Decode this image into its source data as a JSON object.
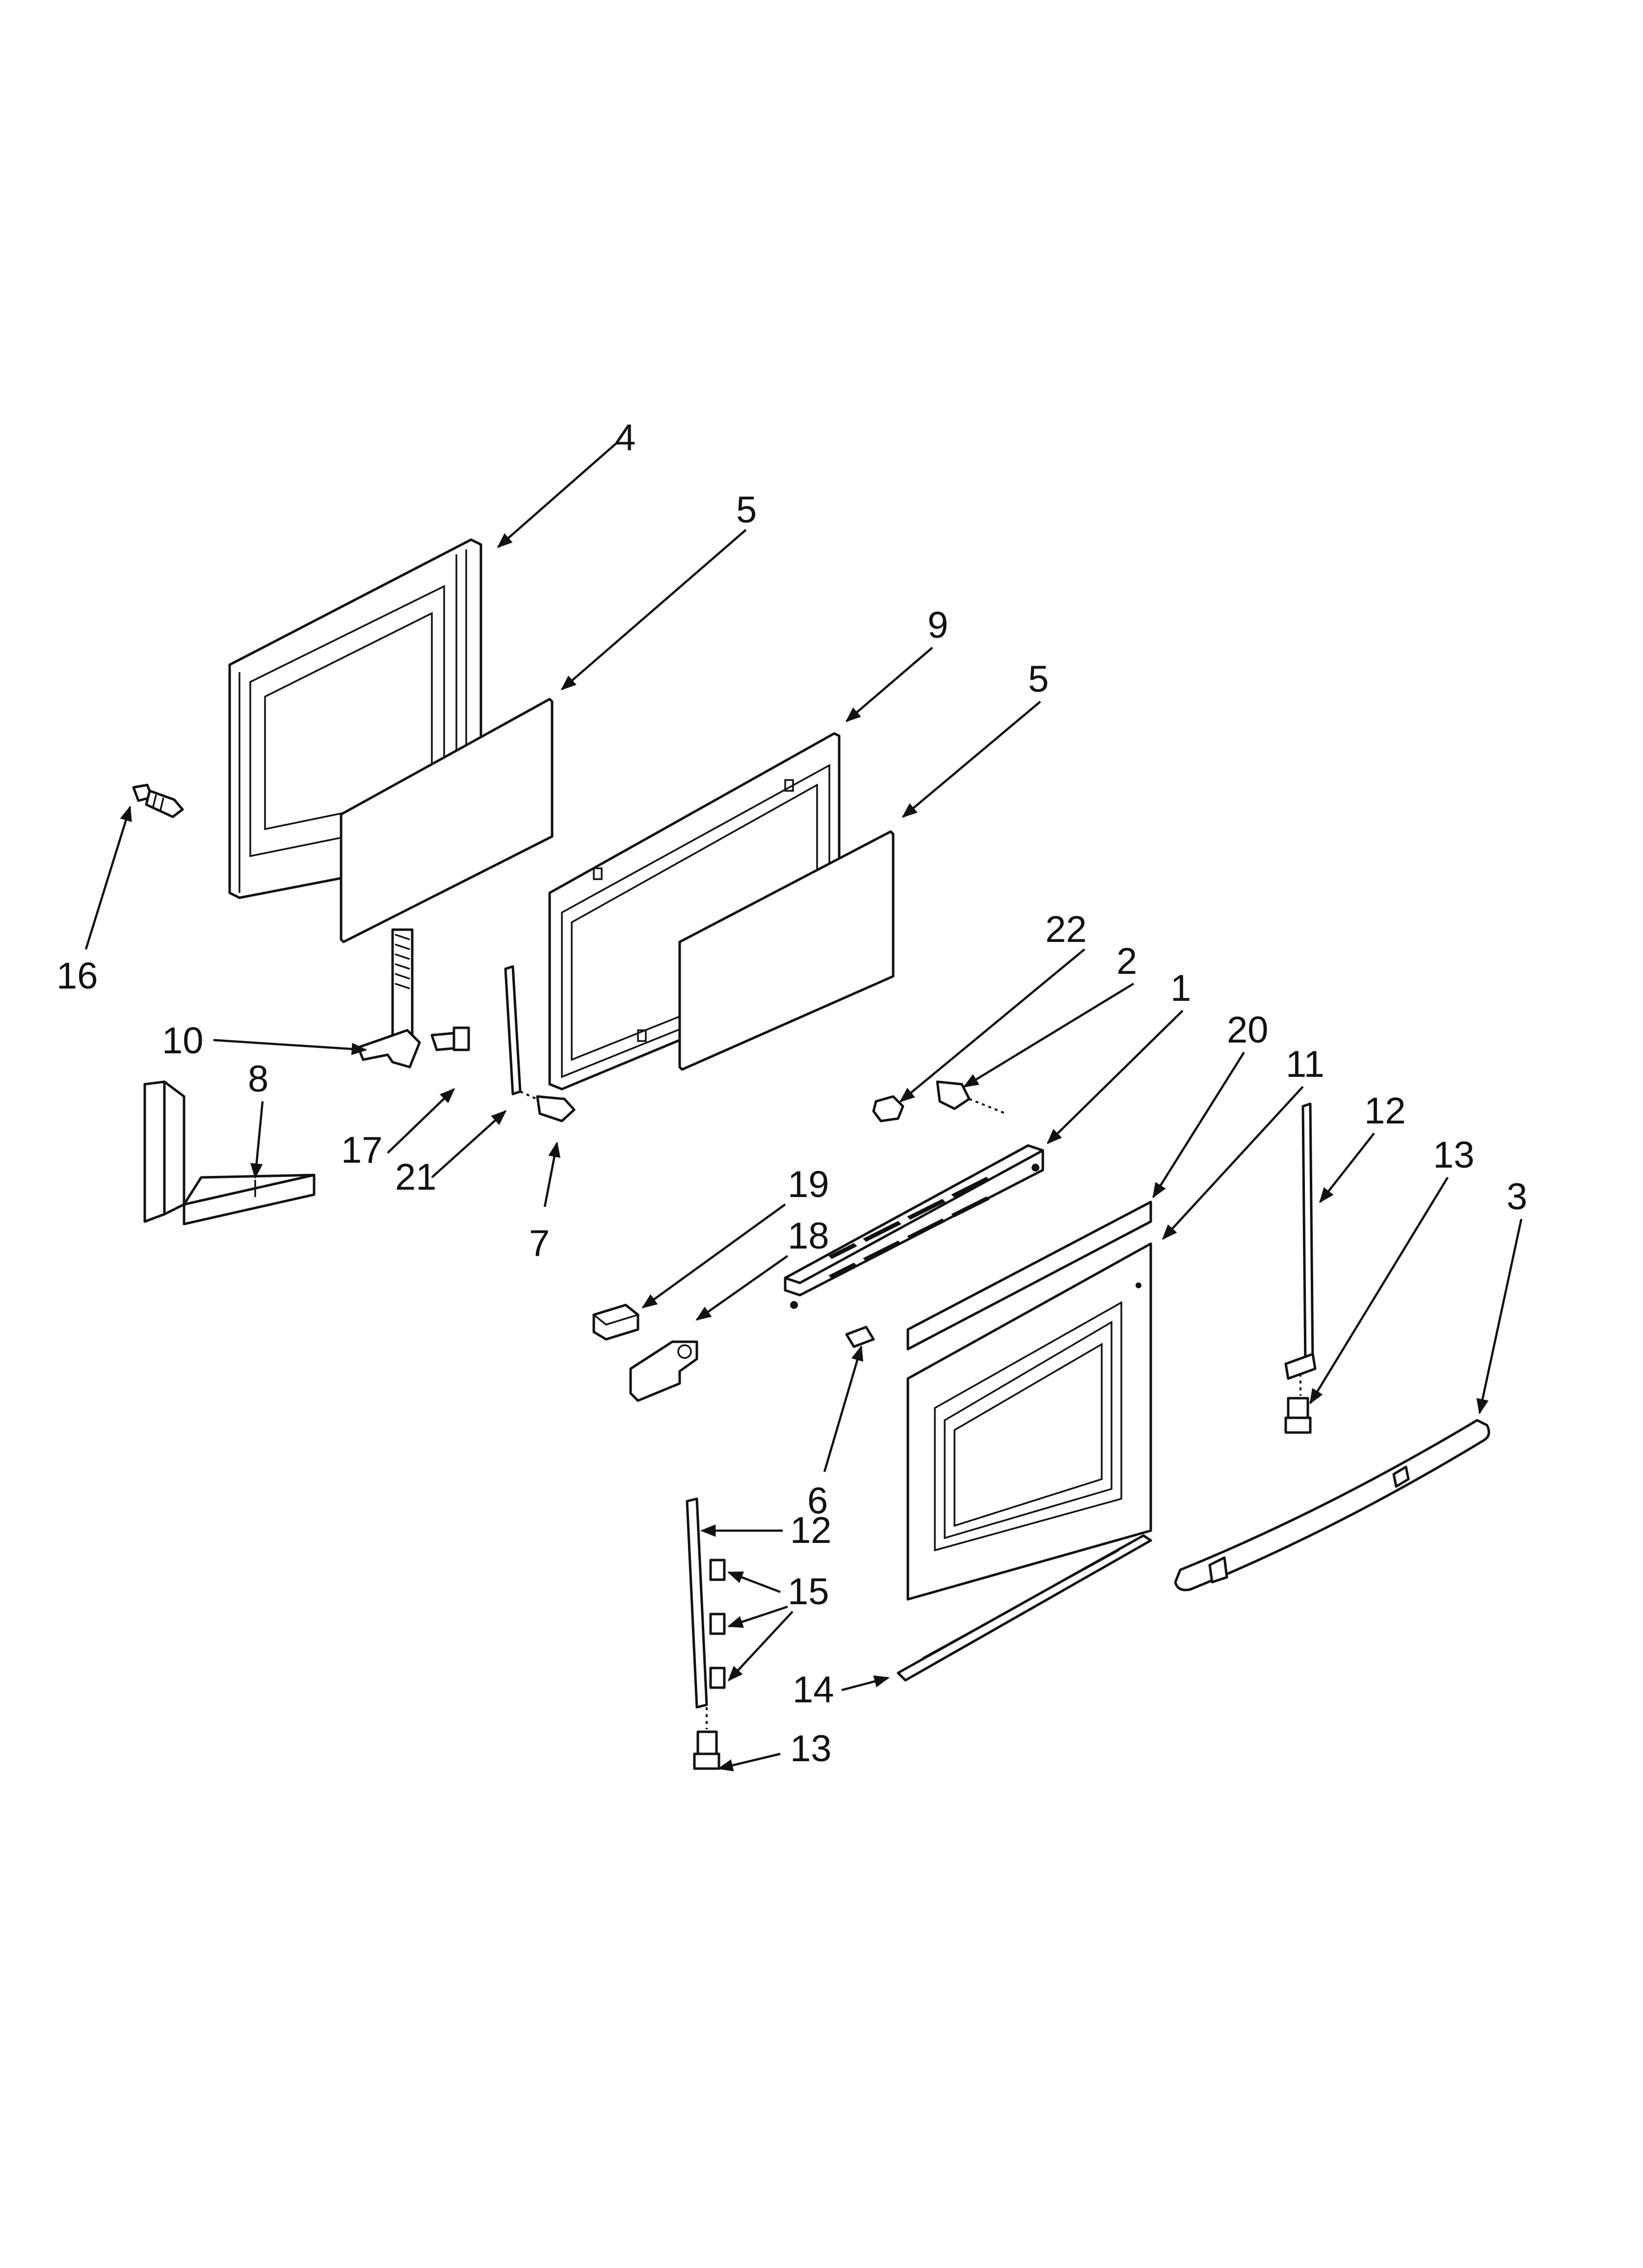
{
  "diagram": {
    "type": "exploded-parts-view",
    "callouts": [
      {
        "id": "c4",
        "label": "4"
      },
      {
        "id": "c5a",
        "label": "5"
      },
      {
        "id": "c9",
        "label": "9"
      },
      {
        "id": "c5b",
        "label": "5"
      },
      {
        "id": "c16",
        "label": "16"
      },
      {
        "id": "c22",
        "label": "22"
      },
      {
        "id": "c2",
        "label": "2"
      },
      {
        "id": "c1",
        "label": "1"
      },
      {
        "id": "c20",
        "label": "20"
      },
      {
        "id": "c11",
        "label": "11"
      },
      {
        "id": "c12a",
        "label": "12"
      },
      {
        "id": "c13a",
        "label": "13"
      },
      {
        "id": "c3",
        "label": "3"
      },
      {
        "id": "c10",
        "label": "10"
      },
      {
        "id": "c8",
        "label": "8"
      },
      {
        "id": "c17",
        "label": "17"
      },
      {
        "id": "c21",
        "label": "21"
      },
      {
        "id": "c7",
        "label": "7"
      },
      {
        "id": "c19",
        "label": "19"
      },
      {
        "id": "c18",
        "label": "18"
      },
      {
        "id": "c6",
        "label": "6"
      },
      {
        "id": "c12b",
        "label": "12"
      },
      {
        "id": "c15",
        "label": "15"
      },
      {
        "id": "c14",
        "label": "14"
      },
      {
        "id": "c13b",
        "label": "13"
      }
    ]
  }
}
